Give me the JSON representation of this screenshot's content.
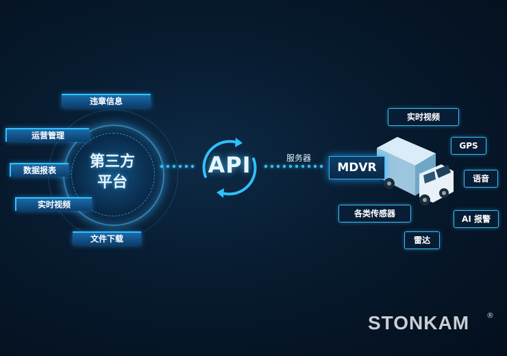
{
  "platform": {
    "title_line1": "第三方",
    "title_line2": "平台",
    "labels": [
      "违章信息",
      "运营管理",
      "数据报表",
      "实时视频",
      "文件下载"
    ]
  },
  "api": {
    "label": "API"
  },
  "server": {
    "label": "服务器"
  },
  "device": {
    "label": "MDVR"
  },
  "features": [
    "实时视频",
    "GPS",
    "语音",
    "AI 报警",
    "各类传感器",
    "雷达"
  ],
  "brand": {
    "name": "STONKAM",
    "mark": "®"
  },
  "colors": {
    "accent": "#31c4ff",
    "background": "#071a2e"
  }
}
